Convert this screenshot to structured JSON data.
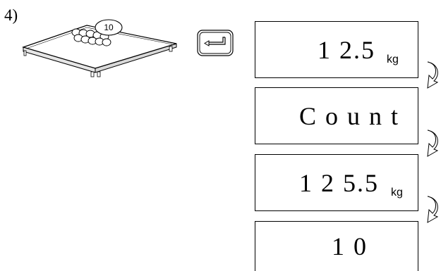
{
  "step_label": "4)",
  "scale": {
    "count_badge": "10"
  },
  "enter_key": {
    "icon": "enter-return-icon"
  },
  "displays": [
    {
      "value": "1 2.5",
      "unit": "kg"
    },
    {
      "value": "C o u n t",
      "unit": ""
    },
    {
      "value": "1 2 5.5",
      "unit": "kg"
    },
    {
      "value": "1 0",
      "unit": ""
    }
  ],
  "colors": {
    "line": "#000000",
    "background": "#ffffff",
    "scale_side": "#d9d9d9"
  }
}
